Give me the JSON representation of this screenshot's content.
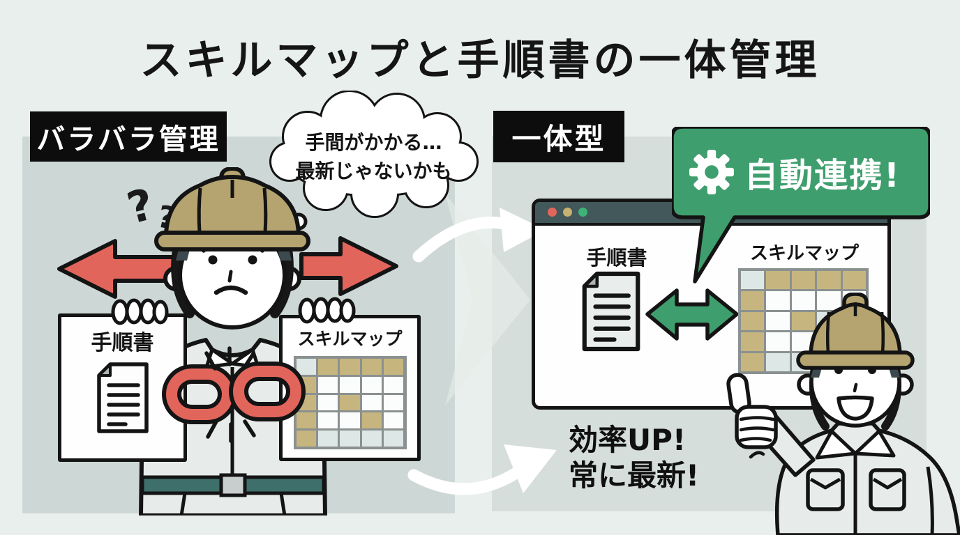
{
  "title": "スキルマップと手順書の一体管理",
  "left": {
    "label": "バラバラ管理",
    "thought_line1": "手間がかかる…",
    "thought_line2": "最新じゃないかも",
    "doc_card_title": "手順書",
    "skill_card_title": "スキルマップ",
    "grid_pattern": [
      [
        "L",
        "T",
        "T",
        "T",
        "T"
      ],
      [
        "T",
        "W",
        "W",
        "W",
        "W"
      ],
      [
        "T",
        "W",
        "T",
        "W",
        "W"
      ],
      [
        "T",
        "W",
        "W",
        "T",
        "W"
      ],
      [
        "T",
        "L",
        "L",
        "L",
        "L"
      ]
    ],
    "icons": {
      "chain": "broken-chain-icon",
      "arrows": "red-arrow-icon",
      "confusion": "question-marks"
    }
  },
  "right": {
    "label": "一体型",
    "bubble_text": "自動連携!",
    "bubble_icon": "gear-icon",
    "browser": {
      "doc_title": "手順書",
      "skill_title": "スキルマップ",
      "traffic_lights": [
        "#e2655c",
        "#c9b172",
        "#3eb377"
      ]
    },
    "benefit_line1": "効率UP!",
    "benefit_line2": "常に最新!",
    "sync_icon": "green-double-arrow-icon",
    "grid_pattern": [
      [
        "L",
        "T",
        "T",
        "T",
        "T"
      ],
      [
        "T",
        "W",
        "W",
        "W",
        "W"
      ],
      [
        "T",
        "W",
        "T",
        "L",
        "W"
      ],
      [
        "T",
        "W",
        "W",
        "T",
        "W"
      ],
      [
        "T",
        "L",
        "L",
        "L",
        "L"
      ]
    ]
  },
  "colors": {
    "background": "#e9efec",
    "panel_left": "#cdd8d6",
    "panel_right": "#d6dedb",
    "accent_red": "#e2655c",
    "accent_green": "#3f9e6d",
    "cell_tan": "#c6b57e",
    "helmet_tan": "#b5a470",
    "titlebar": "#42585a",
    "outline_black": "#141414",
    "belt_green": "#3f6f6a"
  }
}
